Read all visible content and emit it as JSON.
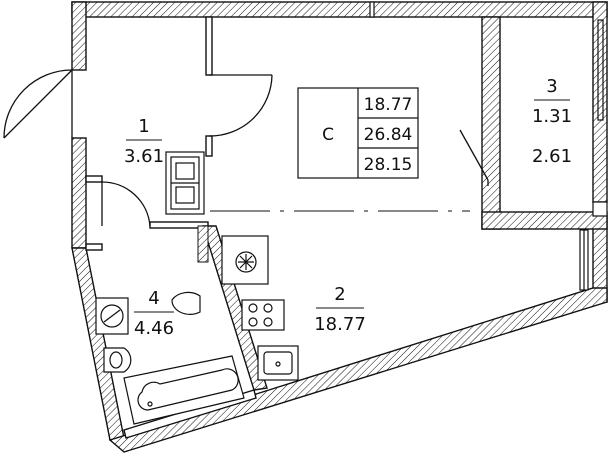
{
  "unit_table": {
    "code": "С",
    "values": [
      "18.77",
      "26.84",
      "28.15"
    ]
  },
  "rooms": [
    {
      "number": "1",
      "area": "3.61"
    },
    {
      "number": "2",
      "area": "18.77"
    },
    {
      "number": "3",
      "area": "1.31",
      "area_secondary": "2.61"
    },
    {
      "number": "4",
      "area": "4.46"
    }
  ],
  "colors": {
    "line": "#111111",
    "wall_fill": "#ffffff",
    "background": "#ffffff"
  }
}
